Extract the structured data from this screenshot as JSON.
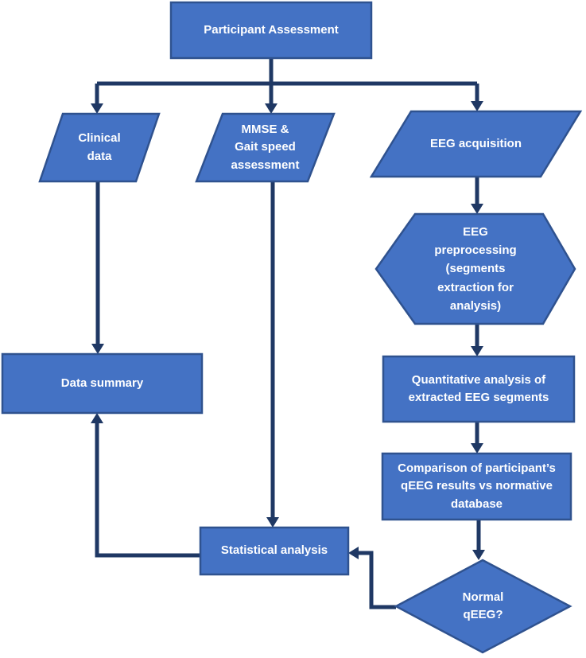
{
  "diagram": {
    "type": "flowchart",
    "colors": {
      "background": "#ffffff",
      "shape_fill": "#4472C4",
      "shape_border": "#2F528F",
      "connector": "#1F3864",
      "text": "#ffffff"
    },
    "nodes": {
      "participant_assessment": {
        "shape": "rectangle",
        "label": "Participant Assessment"
      },
      "clinical_data": {
        "shape": "parallelogram",
        "label": "Clinical\ndata"
      },
      "mmse_gait": {
        "shape": "parallelogram",
        "label": "MMSE &\nGait speed\nassessment"
      },
      "eeg_acquisition": {
        "shape": "parallelogram",
        "label": "EEG acquisition"
      },
      "eeg_preprocessing": {
        "shape": "hexagon",
        "label": "EEG\npreprocessing\n(segments\nextraction for\nanalysis)"
      },
      "quantitative_analysis": {
        "shape": "rectangle",
        "label": "Quantitative analysis of\nextracted EEG segments"
      },
      "comparison": {
        "shape": "rectangle",
        "label": "Comparison of participant’s\nqEEG results vs normative\ndatabase"
      },
      "normal_qeeg": {
        "shape": "diamond",
        "label": "Normal\nqEEG?"
      },
      "statistical_analysis": {
        "shape": "rectangle",
        "label": "Statistical analysis"
      },
      "data_summary": {
        "shape": "rectangle",
        "label": "Data summary"
      }
    },
    "edges": [
      {
        "from": "participant_assessment",
        "to": "clinical_data"
      },
      {
        "from": "participant_assessment",
        "to": "mmse_gait"
      },
      {
        "from": "participant_assessment",
        "to": "eeg_acquisition"
      },
      {
        "from": "clinical_data",
        "to": "data_summary"
      },
      {
        "from": "mmse_gait",
        "to": "statistical_analysis"
      },
      {
        "from": "eeg_acquisition",
        "to": "eeg_preprocessing"
      },
      {
        "from": "eeg_preprocessing",
        "to": "quantitative_analysis"
      },
      {
        "from": "quantitative_analysis",
        "to": "comparison"
      },
      {
        "from": "comparison",
        "to": "normal_qeeg"
      },
      {
        "from": "normal_qeeg",
        "to": "statistical_analysis"
      },
      {
        "from": "statistical_analysis",
        "to": "data_summary"
      }
    ]
  }
}
